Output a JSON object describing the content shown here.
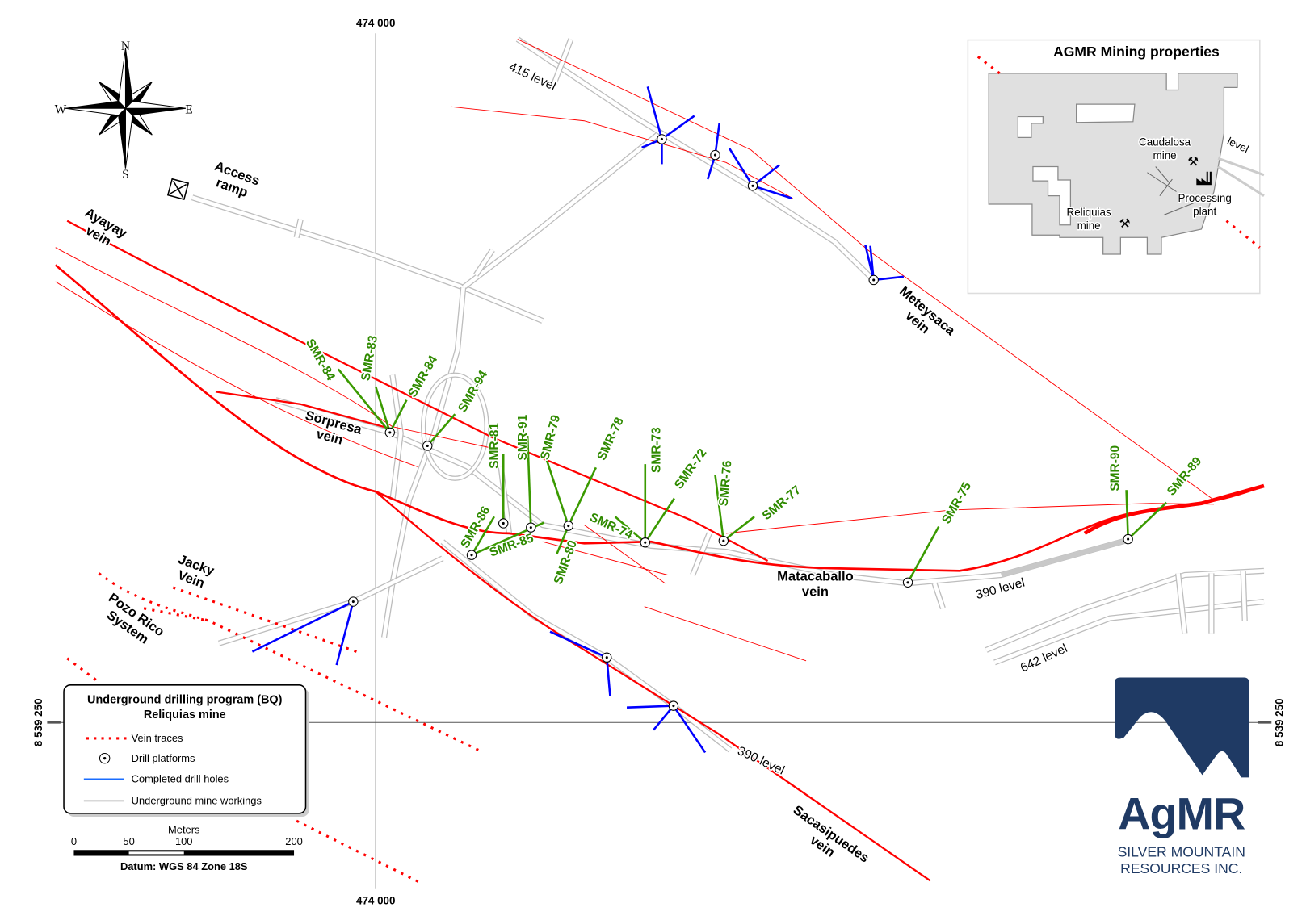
{
  "map": {
    "grid": {
      "easting_top": "474 000",
      "easting_bottom": "474 000",
      "northing_left": "8 539 250",
      "northing_right": "8 539 250"
    },
    "compass": {
      "n": "N",
      "s": "S",
      "e": "E",
      "w": "W"
    },
    "access_ramp": [
      "Access",
      "ramp"
    ],
    "veins": [
      [
        "Ayayay",
        "vein"
      ],
      [
        "Sorpresa",
        "vein"
      ],
      [
        "Meteysaca",
        "vein"
      ],
      [
        "Matacaballo",
        "vein"
      ],
      [
        "Jacky",
        "Vein"
      ],
      [
        "Pozo Rico",
        "System"
      ],
      [
        "Sacasipuedes",
        "vein"
      ]
    ],
    "levels": [
      "415 level",
      "390 level",
      "642 level",
      "390 level"
    ],
    "drill_holes": [
      "SMR-84",
      "SMR-83",
      "SMR-84",
      "SMR-94",
      "SMR-81",
      "SMR-91",
      "SMR-79",
      "SMR-78",
      "SMR-73",
      "SMR-72",
      "SMR-76",
      "SMR-77",
      "SMR-74",
      "SMR-86",
      "SMR-85",
      "SMR-80",
      "SMR-75",
      "SMR-90",
      "SMR-89"
    ],
    "colors": {
      "vein": "#ff0000",
      "planned_hole": "#3a9a00",
      "completed_hole": "#0000ff",
      "workings": "#bdbdbd"
    }
  },
  "legend": {
    "title_line1": "Underground drilling program (BQ)",
    "title_line2": "Reliquias mine",
    "items": [
      "Vein traces",
      "Drill platforms",
      "Completed drill holes",
      "Underground mine workings"
    ]
  },
  "scale": {
    "unit": "Meters",
    "ticks": [
      "0",
      "50",
      "100",
      "200"
    ],
    "datum": "Datum: WGS 84 Zone 18S"
  },
  "inset": {
    "title": "AGMR Mining properties",
    "caudalosa": [
      "Caudalosa",
      "mine"
    ],
    "reliquias": [
      "Reliquias",
      "mine"
    ],
    "plant": [
      "Processing",
      "plant"
    ],
    "level": "level"
  },
  "logo": {
    "name": "AgMR",
    "line1": "SILVER MOUNTAIN",
    "line2": "RESOURCES INC.",
    "color": "#1f3a64"
  }
}
